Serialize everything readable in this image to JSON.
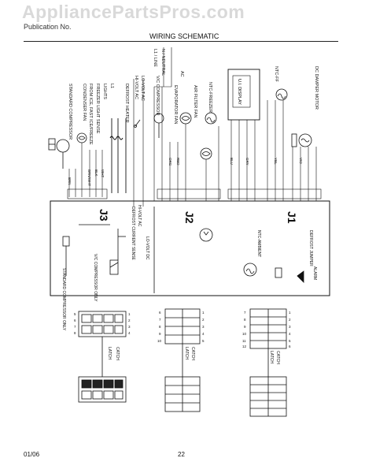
{
  "watermark": "AppliancePartsPros.com",
  "header": {
    "left": "Publication No.",
    "right": "",
    "title": "WIRING SCHEMATIC"
  },
  "footer": {
    "date": "01/06",
    "page": "22"
  },
  "diagram": {
    "top_labels": [
      {
        "id": "std-comp",
        "text": "STANDARD COMPRESSOR"
      },
      {
        "id": "cond-fan",
        "text": "CONDENSER FAN"
      },
      {
        "id": "ice-sense",
        "text": "FROM ICE, FAST ICE/FREEZE"
      },
      {
        "id": "freezer-light-sense",
        "text": "FREEZER LIGHT SENSE"
      },
      {
        "id": "lights",
        "text": "LIGHTS"
      },
      {
        "id": "l1",
        "text": "L1"
      },
      {
        "id": "defrost-heater",
        "text": "DEFROST HEATER"
      },
      {
        "id": "hi-volt-ac",
        "text": "HI-VOLT AC"
      },
      {
        "id": "lo-volt-ac",
        "text": "LO-VOLT AC"
      },
      {
        "id": "vc-comp",
        "text": "V/C COMPRESSOR"
      },
      {
        "id": "evap-fan",
        "text": "EVAPORATOR FAN"
      },
      {
        "id": "air-filter-fan",
        "text": "AIR FILTER FAN"
      },
      {
        "id": "ntc-freezer",
        "text": "NTC-FREEZER"
      },
      {
        "id": "ui-display",
        "text": "U.I. DISPLAY"
      },
      {
        "id": "ntc-ff",
        "text": "NTC-FF"
      },
      {
        "id": "damper-motor",
        "text": "DC DAMPER MOTOR"
      },
      {
        "id": "ac-top",
        "text": "AC"
      },
      {
        "id": "ll",
        "text": "L1 / LINE"
      },
      {
        "id": "n",
        "text": "N / NEUTRAL"
      }
    ],
    "wire_colors": [
      {
        "id": "w1",
        "text": "BRN"
      },
      {
        "id": "w2",
        "text": "BRN/WHT"
      },
      {
        "id": "w3",
        "text": "BLK"
      },
      {
        "id": "w4",
        "text": "WHT"
      },
      {
        "id": "w5",
        "text": "ORG"
      },
      {
        "id": "w6",
        "text": "RED"
      },
      {
        "id": "w7",
        "text": "BLU"
      },
      {
        "id": "w8",
        "text": "GRY"
      },
      {
        "id": "w9",
        "text": "YEL"
      },
      {
        "id": "w10",
        "text": "VIO"
      }
    ],
    "board": {
      "j1": "J1",
      "j2": "J2",
      "j3": "J3",
      "lo_volt_dc": "LO-VOLT DC",
      "hi_volt_ac": "HI-VOLT AC",
      "defrost_current_sense": "DEFROST CURRENT SENSE",
      "vc_compressor_only": "V/C COMPRESSOR ONLY",
      "standard_compressor_only": "STANDARD COMPRESSOR ONLY",
      "defrost_jumper": "DEFROST JUMPER",
      "ntc_ambient": "NTC-AMBIENT",
      "alarm": "ALARM"
    },
    "connectors": {
      "left_top": [
        "1",
        "2",
        "3",
        "4",
        "5",
        "6",
        "7",
        "8"
      ],
      "mid_top": [
        "1",
        "2",
        "3",
        "4",
        "5",
        "6",
        "7",
        "8",
        "9",
        "10"
      ],
      "right_top": [
        "1",
        "2",
        "3",
        "4",
        "5",
        "6",
        "7",
        "8",
        "9",
        "10",
        "11",
        "12"
      ],
      "catch": "CATCH",
      "latch": "LATCH"
    }
  }
}
